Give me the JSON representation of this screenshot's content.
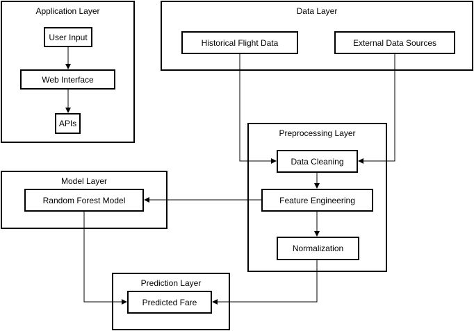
{
  "layers": {
    "application": "Application Layer",
    "data": "Data Layer",
    "preprocessing": "Preprocessing Layer",
    "model": "Model Layer",
    "prediction": "Prediction Layer"
  },
  "nodes": {
    "user_input": "User Input",
    "web_interface": "Web Interface",
    "apis": "APIs",
    "historical_flight_data": "Historical Flight Data",
    "external_data_sources": "External Data Sources",
    "data_cleaning": "Data Cleaning",
    "feature_engineering": "Feature Engineering",
    "normalization": "Normalization",
    "random_forest_model": "Random Forest Model",
    "predicted_fare": "Predicted Fare"
  }
}
